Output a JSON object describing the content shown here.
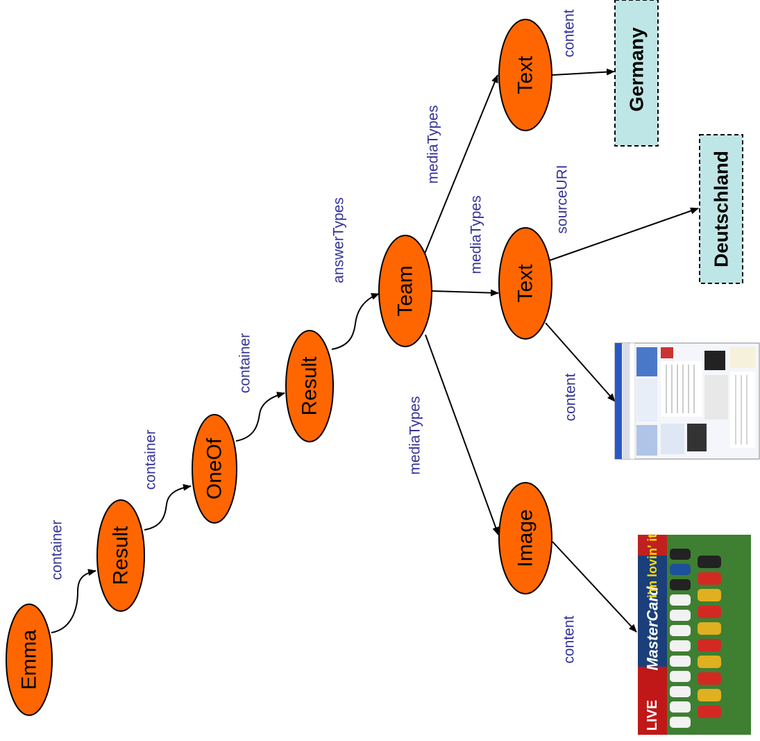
{
  "colors": {
    "node_fill": "#ff6600",
    "edge_label": "#333399",
    "value_box_fill": "#bfe6e6"
  },
  "nodes": {
    "emma": "Emma",
    "result1": "Result",
    "oneof": "OneOf",
    "result2": "Result",
    "team": "Team",
    "text_top": "Text",
    "text_mid": "Text",
    "image": "Image"
  },
  "edges": {
    "emma_result1": "container",
    "result1_oneof": "container",
    "oneof_result2": "container",
    "result2_team": "answerTypes",
    "team_text_top": "mediaTypes",
    "team_text_mid": "mediaTypes",
    "team_image": "mediaTypes",
    "text_top_germany": "content",
    "text_mid_deutschland": "sourceURI",
    "text_mid_webpage": "content",
    "image_photo": "content"
  },
  "values": {
    "germany": "Germany",
    "deutschland": "Deutschland"
  },
  "photo_banner": {
    "left": "LIVE",
    "middle": "MasterCard",
    "right": "i'm lovin' it"
  }
}
